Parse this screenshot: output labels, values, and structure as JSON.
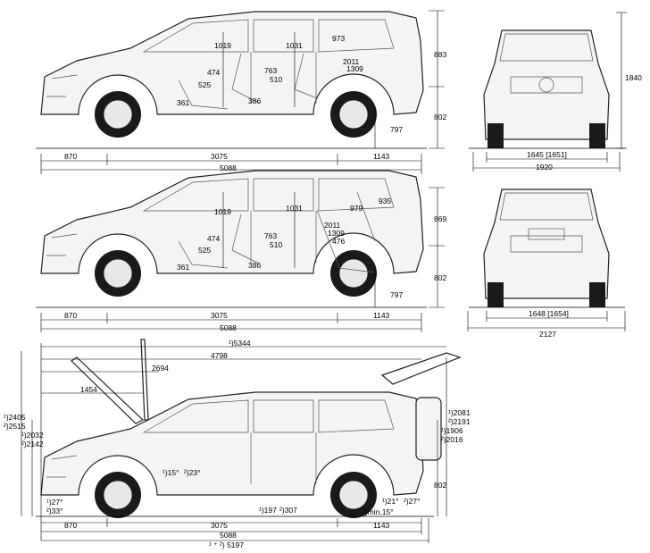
{
  "view1": {
    "dims": [
      "1019",
      "1031",
      "973",
      "474",
      "525",
      "763",
      "510",
      "2011",
      "1309",
      "361",
      "386",
      "883",
      "802",
      "797",
      "870",
      "3075",
      "1143",
      "5088"
    ]
  },
  "view2": {
    "dims": [
      "1019",
      "1031",
      "979",
      "935",
      "474",
      "525",
      "763",
      "510",
      "2011",
      "1309",
      "476",
      "361",
      "386",
      "869",
      "802",
      "797",
      "870",
      "3075",
      "1143",
      "5088"
    ]
  },
  "front": {
    "dims": [
      "1840",
      "1645 [1651]",
      "1920"
    ]
  },
  "rear": {
    "dims": [
      "1648 [1654]",
      "2127"
    ]
  },
  "view3": {
    "top_dims": [
      "¹)5344",
      "4798",
      "2694",
      "1454"
    ],
    "left_dims": [
      "¹)2405",
      "²)2515",
      "¹)2032",
      "²)2142"
    ],
    "right_dims": [
      "¹)2081",
      "²)2191",
      "¹)1906",
      "²)2016",
      "802"
    ],
    "angles": [
      "¹)15°",
      "²)23°",
      "¹)27°",
      "²)33°",
      "¹)197",
      "²)307",
      "¹)21°",
      "²)27°",
      "¹)min.15°"
    ],
    "bottom_dims": [
      "870",
      "3075",
      "1143",
      "5088",
      "¹ ⁺ ²) 5197"
    ]
  },
  "colors": {
    "line": "#222222",
    "background": "#ffffff"
  }
}
